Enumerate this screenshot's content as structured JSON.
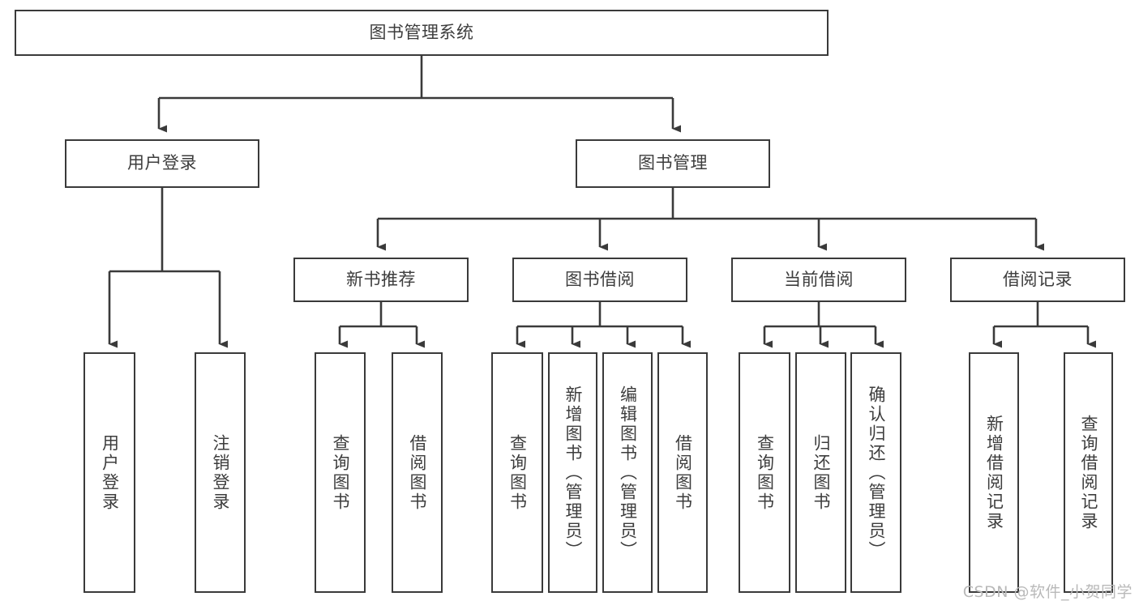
{
  "diagram": {
    "title": "图书管理系统",
    "type": "tree",
    "stroke_color": "#3a3a3a",
    "text_color": "#3d3d3d",
    "background_color": "#ffffff",
    "watermark": "CSDN @软件_小贺同学"
  },
  "nodes": {
    "root": {
      "label": "图书管理系统"
    },
    "level2": [
      {
        "label": "用户登录"
      },
      {
        "label": "图书管理"
      }
    ],
    "level3": [
      {
        "label": "新书推荐"
      },
      {
        "label": "图书借阅"
      },
      {
        "label": "当前借阅"
      },
      {
        "label": "借阅记录"
      }
    ],
    "leaves_user_login": [
      {
        "label": "用户登录"
      },
      {
        "label": "注销登录"
      }
    ],
    "leaves_new_book": [
      {
        "label": "查询图书"
      },
      {
        "label": "借阅图书"
      }
    ],
    "leaves_borrow": [
      {
        "label": "查询图书"
      },
      {
        "label": "新增图书（管理员）"
      },
      {
        "label": "编辑图书（管理员）"
      },
      {
        "label": "借阅图书"
      }
    ],
    "leaves_current": [
      {
        "label": "查询图书"
      },
      {
        "label": "归还图书"
      },
      {
        "label": "确认归还（管理员）"
      }
    ],
    "leaves_records": [
      {
        "label": "新增借阅记录"
      },
      {
        "label": "查询借阅记录"
      }
    ]
  }
}
